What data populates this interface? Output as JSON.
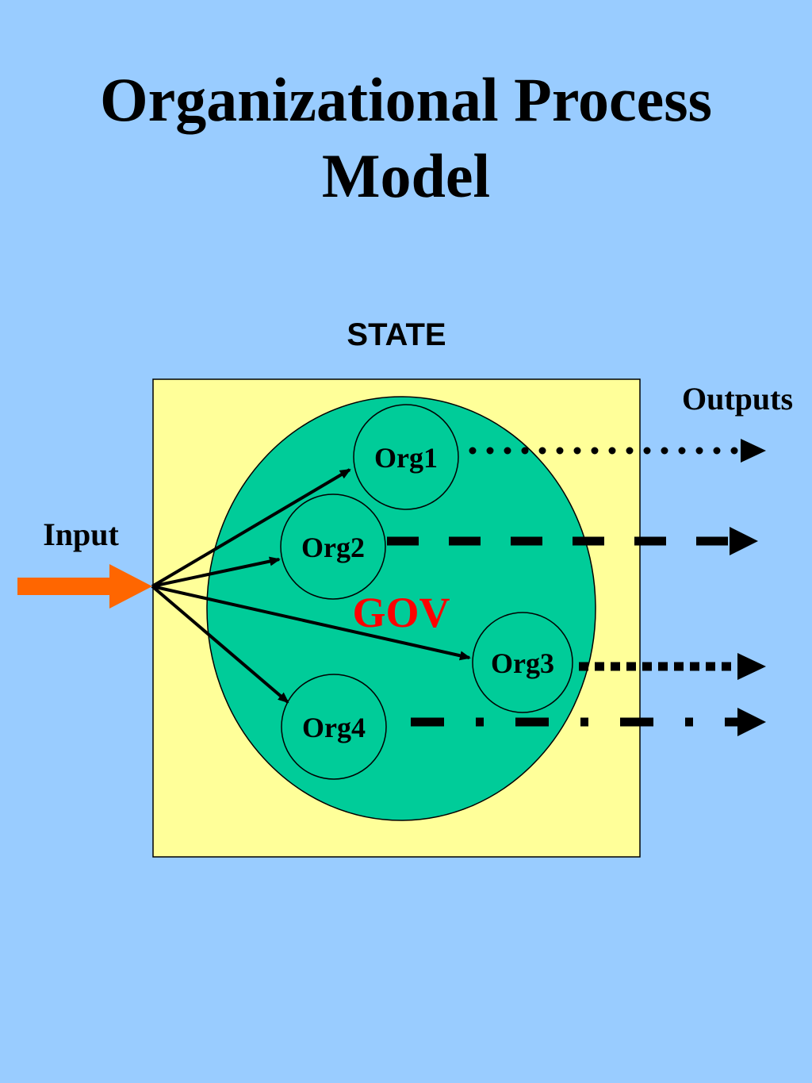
{
  "title": {
    "line1": "Organizational Process",
    "line2": "Model"
  },
  "diagram": {
    "state_label": "STATE",
    "gov_label": "GOV",
    "input_label": "Input",
    "outputs_label": "Outputs",
    "orgs": [
      {
        "label": "Org1",
        "output_style": "dotted"
      },
      {
        "label": "Org2",
        "output_style": "dashed"
      },
      {
        "label": "Org3",
        "output_style": "square-dotted"
      },
      {
        "label": "Org4",
        "output_style": "dash-dot"
      }
    ],
    "colors": {
      "background": "#99ccff",
      "state_fill": "#ffff99",
      "gov_fill": "#00cc99",
      "gov_text": "#ff0000",
      "input_arrow": "#ff6600",
      "lines": "#000000"
    }
  }
}
